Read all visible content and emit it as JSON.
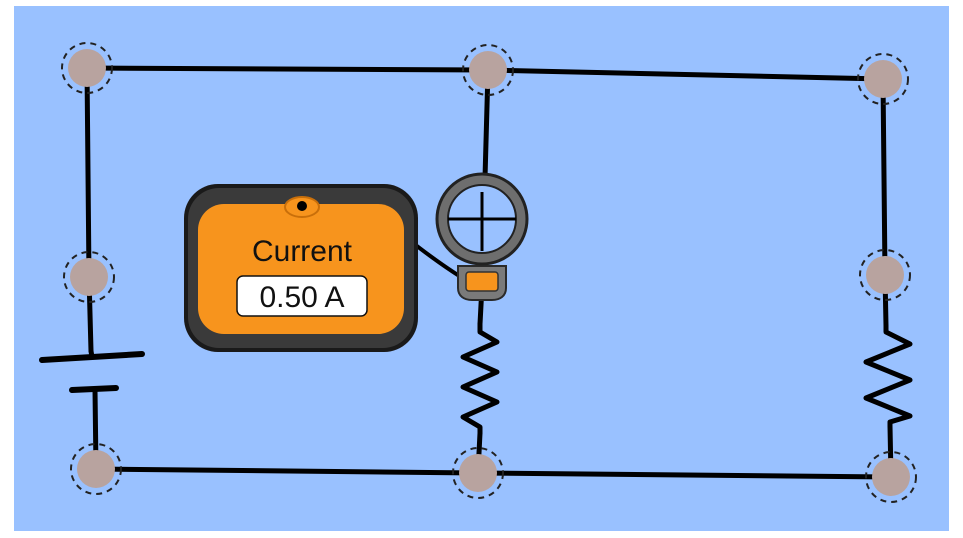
{
  "app": {
    "background_color": "#99c1ff",
    "wire_color": "#000000",
    "node_color": "#b8a39f"
  },
  "ammeter": {
    "title": "Current",
    "reading": "0.50 A",
    "body_color": "#f7941d",
    "case_color": "#1a1a1a",
    "icon": "clamp-probe-icon"
  },
  "components": {
    "battery": {
      "icon": "battery-icon"
    },
    "resistor_middle": {
      "icon": "resistor-icon"
    },
    "resistor_right": {
      "icon": "resistor-icon"
    }
  },
  "nodes": [
    {
      "id": "top-left"
    },
    {
      "id": "top-middle"
    },
    {
      "id": "top-right"
    },
    {
      "id": "middle-left"
    },
    {
      "id": "middle-right"
    },
    {
      "id": "bottom-left"
    },
    {
      "id": "bottom-middle"
    },
    {
      "id": "bottom-right"
    }
  ]
}
